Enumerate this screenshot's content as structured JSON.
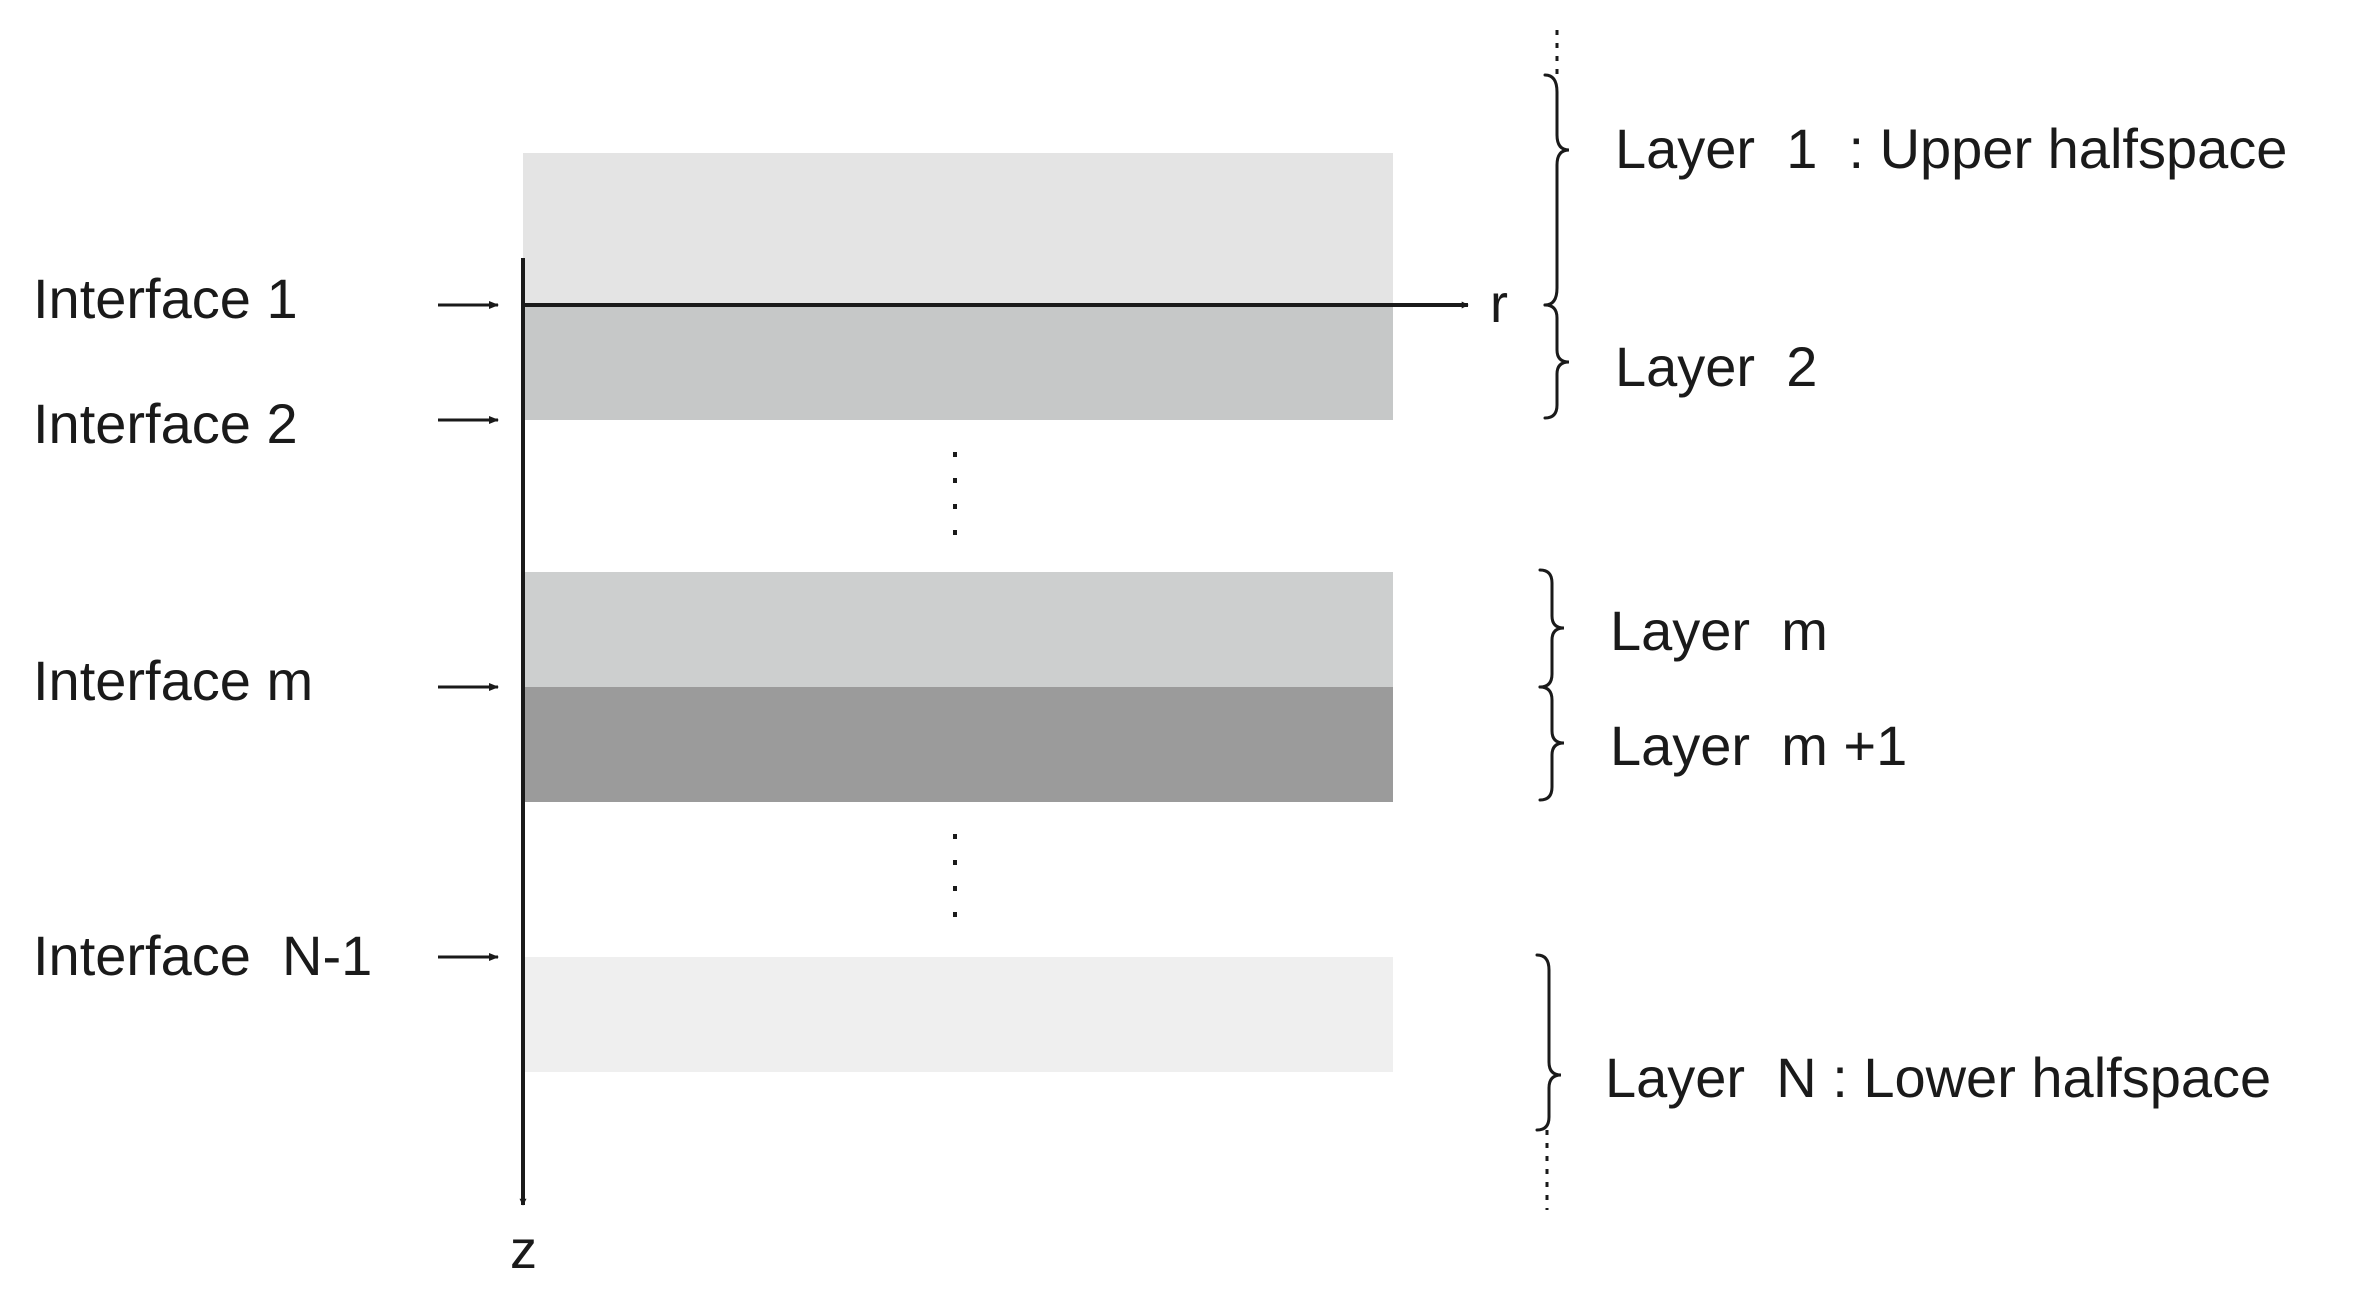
{
  "axes": {
    "horizontal_label": "r",
    "vertical_label": "z"
  },
  "interfaces": [
    {
      "id": "interface-1",
      "label": "Interface 1"
    },
    {
      "id": "interface-2",
      "label": "Interface 2"
    },
    {
      "id": "interface-m",
      "label": "Interface m"
    },
    {
      "id": "interface-n-1",
      "label": "Interface  N-1"
    }
  ],
  "layers": [
    {
      "id": "layer-1",
      "label": "Layer  1  : Upper halfspace",
      "color": "#e4e4e4"
    },
    {
      "id": "layer-2",
      "label": "Layer  2",
      "color": "#c6c8c8"
    },
    {
      "id": "layer-m",
      "label": "Layer  m",
      "color": "#cdcfcf"
    },
    {
      "id": "layer-m-plus-1",
      "label": "Layer  m +1",
      "color": "#9b9b9b"
    },
    {
      "id": "layer-n",
      "label": "Layer  N : Lower halfspace",
      "color": "#efefef"
    }
  ],
  "colors": {
    "line": "#1a1a1a",
    "text": "#1a1a1a",
    "background": "#ffffff"
  }
}
